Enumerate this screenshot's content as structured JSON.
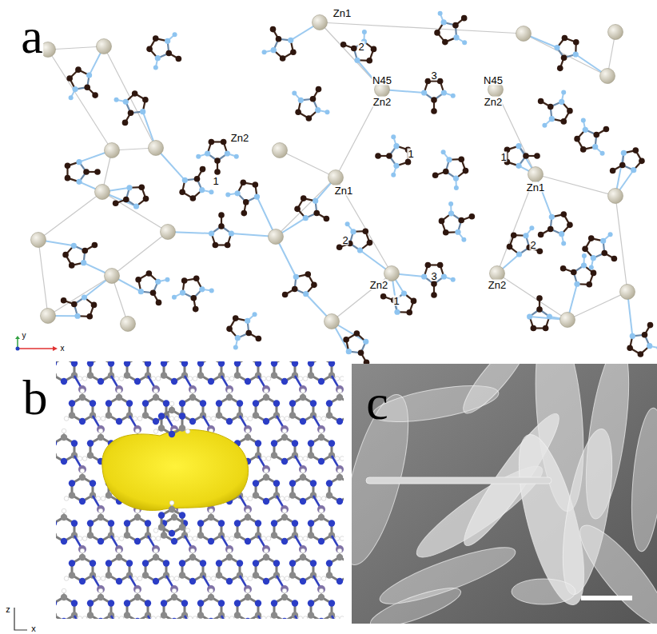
{
  "diagram": {
    "labels": [
      "a",
      "b",
      "c",
      "Zn1",
      "2",
      "N45",
      "3",
      "N45",
      "Zn2",
      "Zn2",
      "Zn2",
      "1",
      "1",
      "1",
      "Zn1",
      "Zn1",
      "2",
      "2",
      "Zn2",
      "3",
      "Zn2",
      "1",
      "y",
      "x",
      "z",
      "x"
    ]
  }
}
